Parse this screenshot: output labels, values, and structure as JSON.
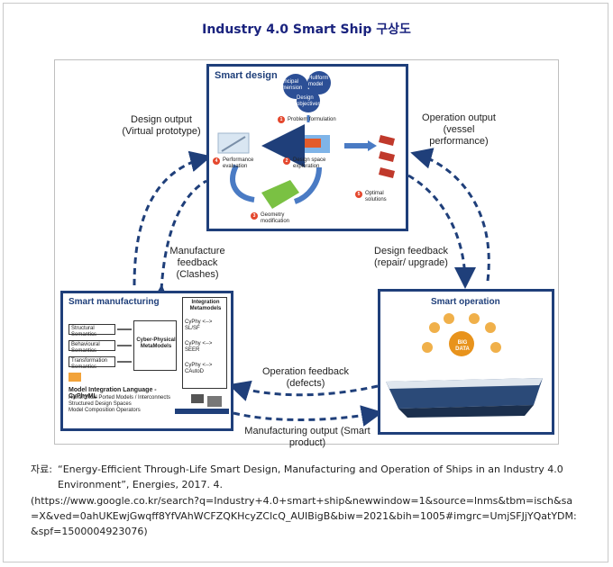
{
  "title": "Industry 4.0 Smart Ship 구상도",
  "diagram": {
    "smart_design": {
      "title": "Smart design",
      "principal_dimension": "Principal dimension",
      "hullform_model": "Hullform model",
      "design_objectives": "Design objectives",
      "step1": "Problem formulation",
      "step2": "Design space exploration",
      "step3": "Geometry modification",
      "step4": "Performance evaluation",
      "step5": "Optimal solutions"
    },
    "smart_manufacturing": {
      "title": "Smart manufacturing",
      "semantics": [
        "Structural Semantics",
        "Behavioural Semantics",
        "Transformation Semantics"
      ],
      "cyber_physical": "Cyber-Physical MetaModels",
      "integration_title": "Integration Metamodels",
      "tools": [
        "CyPhy <--> SL/SF",
        "CyPhy <--> SEER",
        "CyPhy <--> CAutoD"
      ],
      "mil_title": "Model Integration Language - CyPhyML",
      "mil_items": [
        "Hierarchical Ported Models / Interconnects",
        "Structured Design Spaces",
        "Model Composition Operators"
      ]
    },
    "smart_operation": {
      "title": "Smart operation",
      "big_data": "BIG DATA"
    },
    "flows": {
      "design_output": "Design output (Virtual prototype)",
      "operation_output": "Operation output (vessel performance)",
      "manufacture_feedback": "Manufacture feedback (Clashes)",
      "design_feedback": "Design feedback (repair/ upgrade)",
      "operation_feedback": "Operation feedback (defects)",
      "manufacturing_output": "Manufacturing output (Smart product)"
    }
  },
  "source": {
    "label": "자료:",
    "citation": "“Energy-Efficient Through-Life Smart Design, Manufacturing and Operation of Ships in an Industry 4.0 Environment”, Energies, 2017. 4.",
    "url": "(https://www.google.co.kr/search?q=Industry+4.0+smart+ship&newwindow=1&source=lnms&tbm=isch&sa=X&ved=0ahUKEwjGwqff8YfVAhWCFZQKHcyZClcQ_AUIBigB&biw=2021&bih=1005#imgrc=UmjSFJjYQatYDM:&spf=1500004923076)"
  },
  "colors": {
    "accent": "#1f3f7a",
    "title": "#1a237e",
    "step": "#e4472d"
  }
}
